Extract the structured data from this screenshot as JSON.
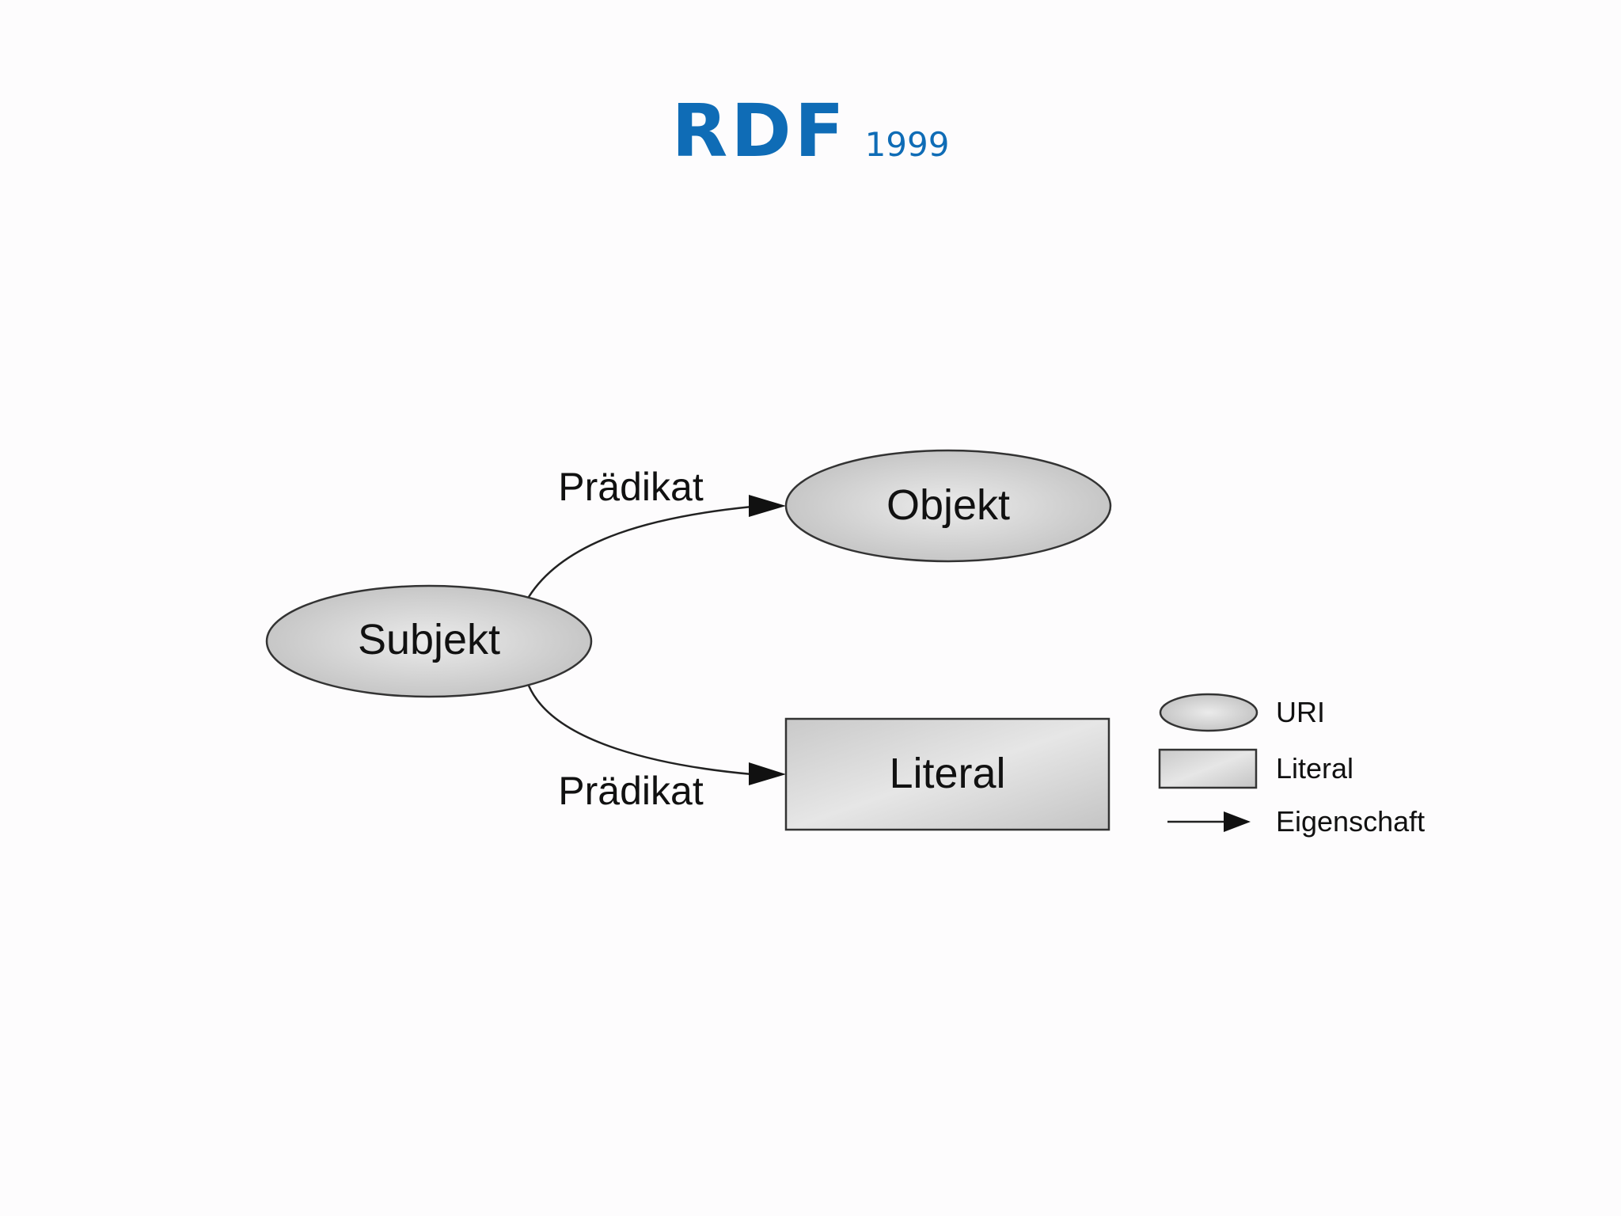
{
  "title": {
    "main": "RDF",
    "sub": "1999"
  },
  "diagram": {
    "nodes": {
      "subject": "Subjekt",
      "object": "Objekt",
      "literal": "Literal"
    },
    "edges": {
      "top_label": "Prädikat",
      "bottom_label": "Prädikat"
    }
  },
  "legend": {
    "uri": "URI",
    "literal": "Literal",
    "property": "Eigenschaft"
  },
  "colors": {
    "title": "#0f6cb6",
    "node_fill_center": "#e8e8e8",
    "node_fill_edge": "#c4c4c4",
    "stroke": "#333333"
  }
}
